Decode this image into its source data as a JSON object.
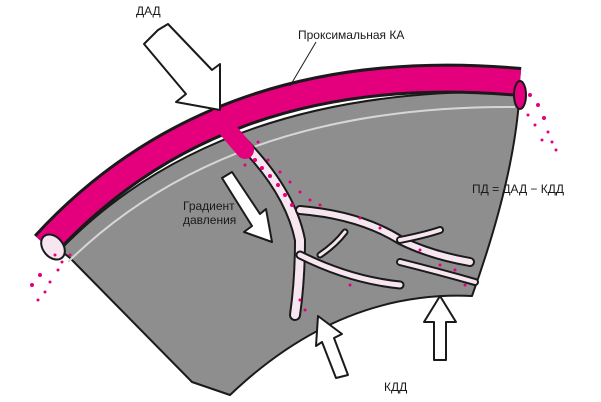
{
  "labels": {
    "dad": "ДАД",
    "proximal": "Проксимальная КА",
    "gradient_line1": "Градиент",
    "gradient_line2": "давления",
    "pd_formula": "ПД = ДАД − КДД",
    "kdd": "КДД"
  },
  "colors": {
    "artery": "#e4007c",
    "myocardium": "#8e8e8e",
    "outline": "#1a1a1a",
    "vessel_fill": "#f7e6ef",
    "background": "#ffffff"
  }
}
